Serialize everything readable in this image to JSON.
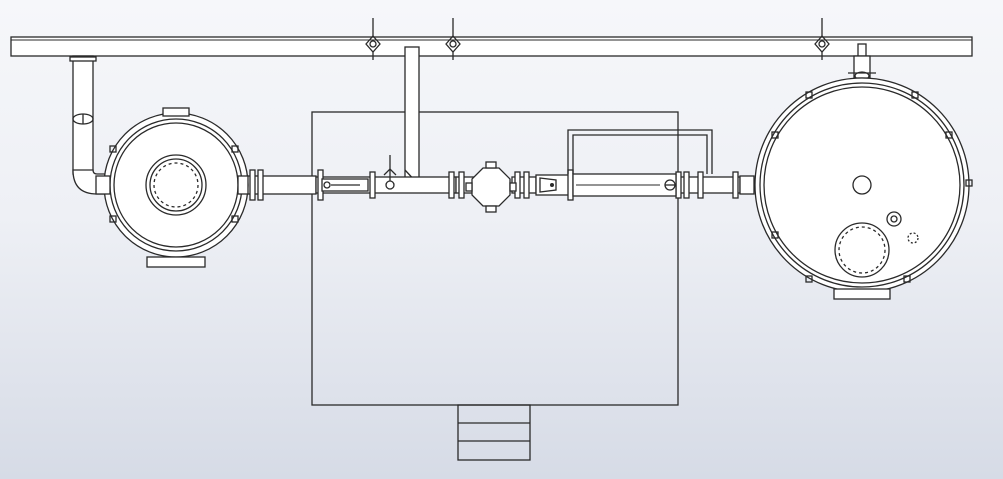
{
  "viewport": {
    "background_top": "#f6f7fa",
    "background_bottom": "#d6dbe6",
    "line_color": "#2a2a2a",
    "fill_color": "#ffffff"
  },
  "components": [
    "header-pipe",
    "header-valve",
    "left-tank",
    "left-tank-manway",
    "base-skid",
    "inline-valve",
    "strainer",
    "flow-meter",
    "bypass-loop",
    "right-tank",
    "right-tank-manway",
    "access-stairs"
  ]
}
